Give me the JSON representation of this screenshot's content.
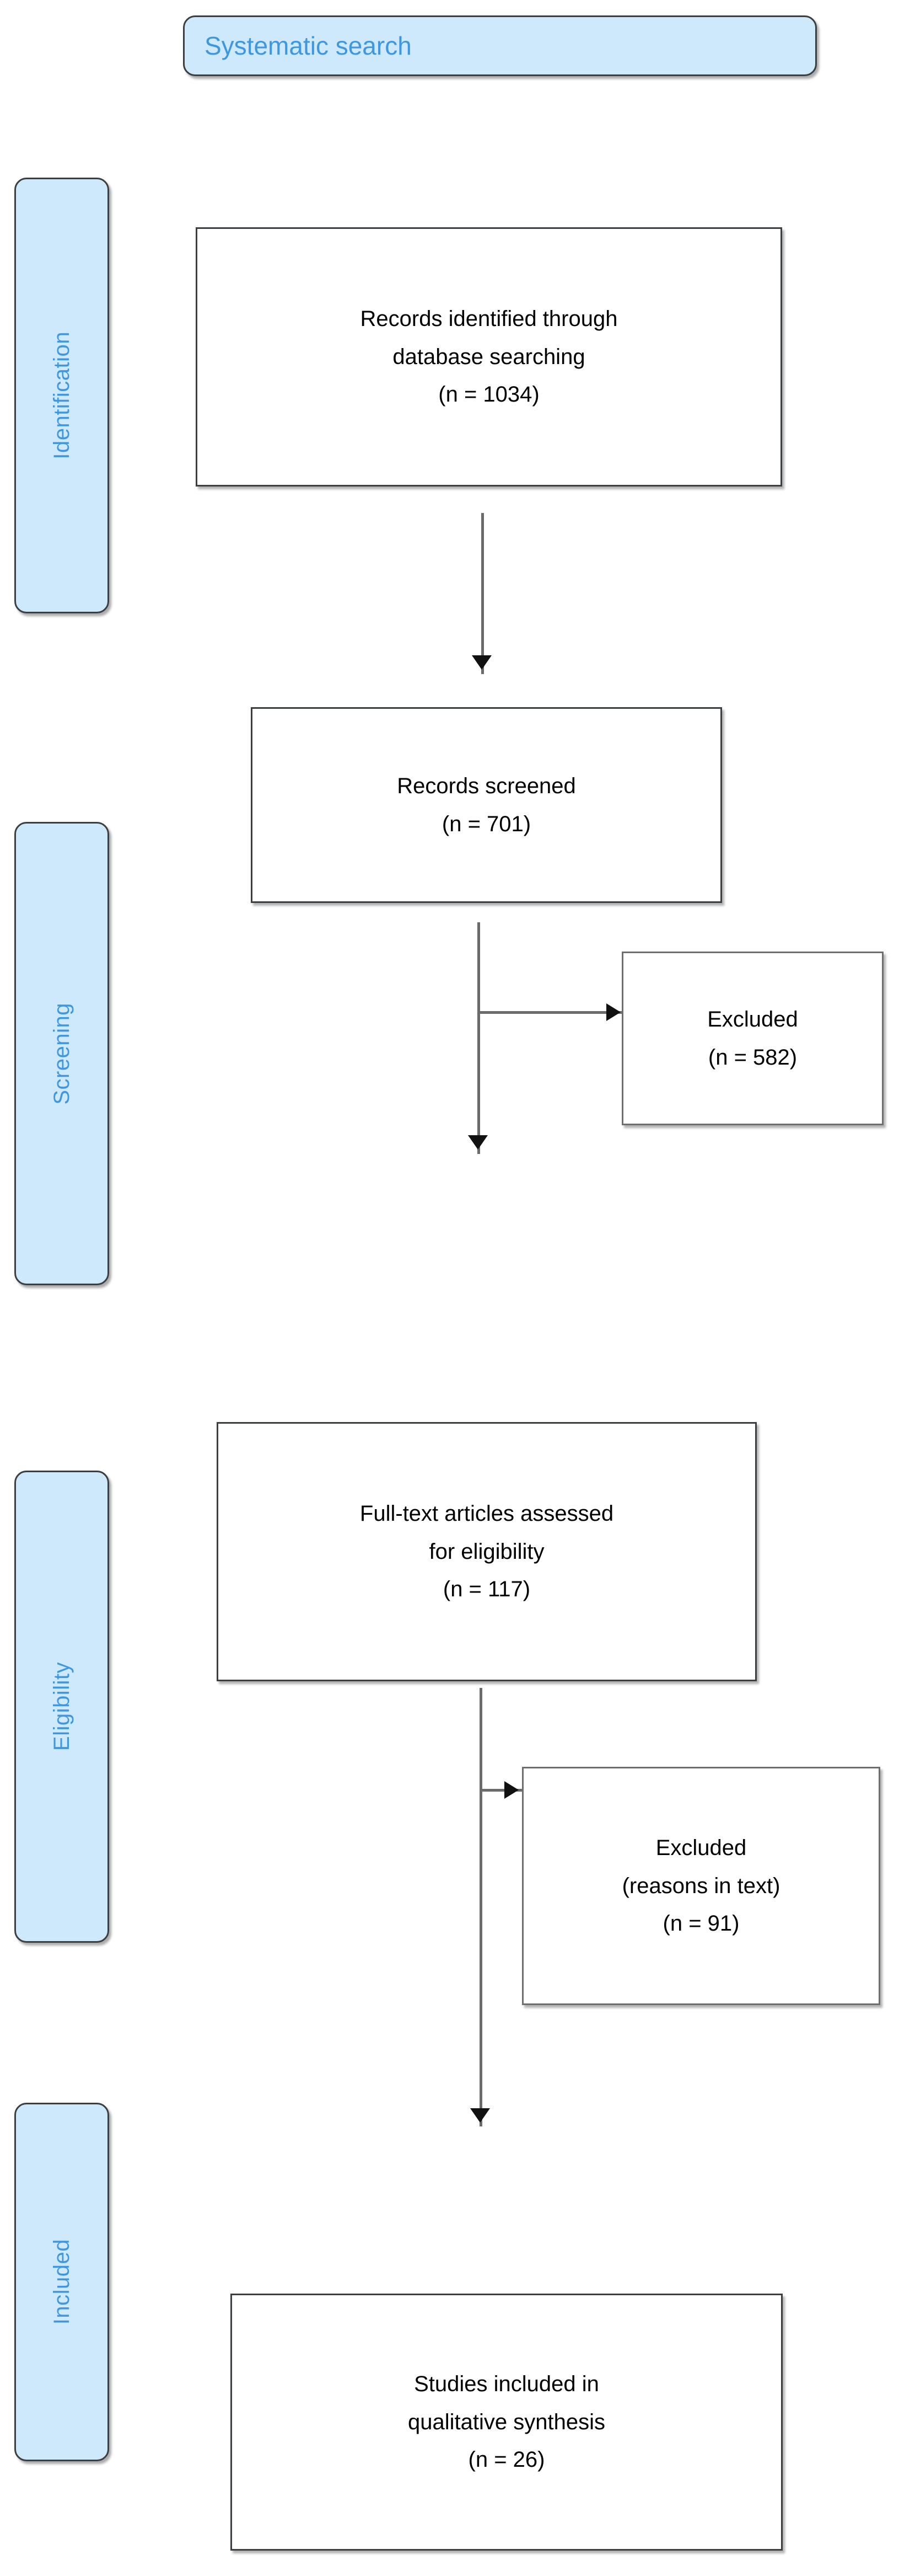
{
  "diagram": {
    "title": "PRISMA systematic review flow diagram",
    "colors": {
      "phase_fill": "#cde9fb",
      "phase_text": "#3e97e0",
      "box_fill": "#ffffff",
      "box_border": "#3c3f41",
      "box_border_light": "#6e6e6e",
      "connector": "#6b6b6b",
      "arrowhead": "#111111",
      "body_text": "#000000",
      "background": "#ffffff"
    }
  },
  "banner": {
    "label": "Systematic search"
  },
  "phases": [
    {
      "id": "identification",
      "label": "Identification"
    },
    {
      "id": "screening",
      "label": "Screening"
    },
    {
      "id": "eligibility",
      "label": "Eligibility"
    },
    {
      "id": "included",
      "label": "Included"
    }
  ],
  "nodes": {
    "identified": {
      "lines": [
        "Records identified through",
        "database searching",
        "(n = 1034)"
      ],
      "count": 1034
    },
    "screened": {
      "lines": [
        "Records screened",
        "(n = 701)"
      ],
      "count": 701
    },
    "excluded_screening": {
      "lines": [
        "Excluded",
        "(n = 582)"
      ],
      "count": 582
    },
    "fulltext": {
      "lines": [
        "Full-text articles assessed",
        "for eligibility",
        "(n = 117)"
      ],
      "count": 117
    },
    "excluded_eligibility": {
      "lines": [
        "Excluded",
        "(reasons in text)",
        "(n = 91)"
      ],
      "count": 91
    },
    "included_studies": {
      "lines": [
        "Studies included in",
        "qualitative synthesis",
        "(n = 26)"
      ],
      "count": 26
    }
  }
}
